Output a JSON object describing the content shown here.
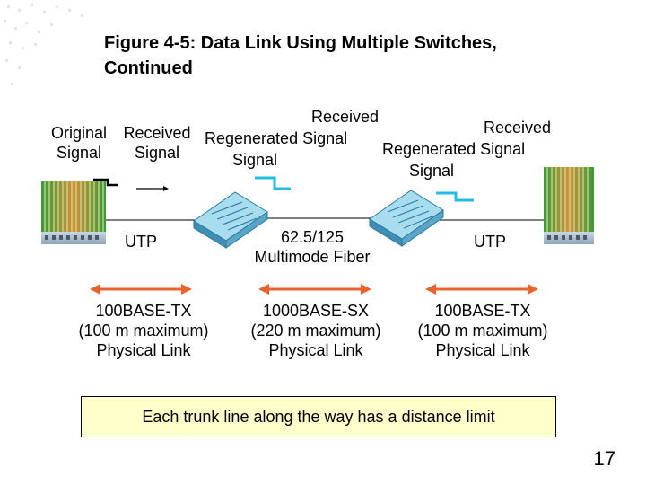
{
  "title": {
    "line1": "Figure 4-5: Data Link Using Multiple Switches,",
    "line2": "Continued"
  },
  "signals": {
    "original": [
      "Original",
      "Signal"
    ],
    "received": [
      "Received",
      "Signal"
    ],
    "regen1": [
      "Received",
      "Regenerated  Signal",
      "Signal"
    ],
    "regen2": [
      "Received",
      "Regenerated  Signal",
      "Signal"
    ]
  },
  "media": {
    "utp_left": "UTP",
    "fiber": [
      "62.5/125",
      "Multimode Fiber"
    ],
    "utp_right": "UTP"
  },
  "links": [
    {
      "standard": "100BASE-TX",
      "distance": "(100 m maximum)",
      "type": "Physical Link"
    },
    {
      "standard": "1000BASE-SX",
      "distance": "(220 m maximum)",
      "type": "Physical Link"
    },
    {
      "standard": "100BASE-TX",
      "distance": "(100 m maximum)",
      "type": "Physical Link"
    }
  ],
  "note": "Each trunk line along the way has a distance limit",
  "page_number": "17",
  "colors": {
    "arrow": "#e8642c",
    "signal_cyan": "#22bde0",
    "switch_top": "#9fd9ee",
    "switch_front": "#3f8fb5",
    "note_bg": "#ffffcc"
  }
}
